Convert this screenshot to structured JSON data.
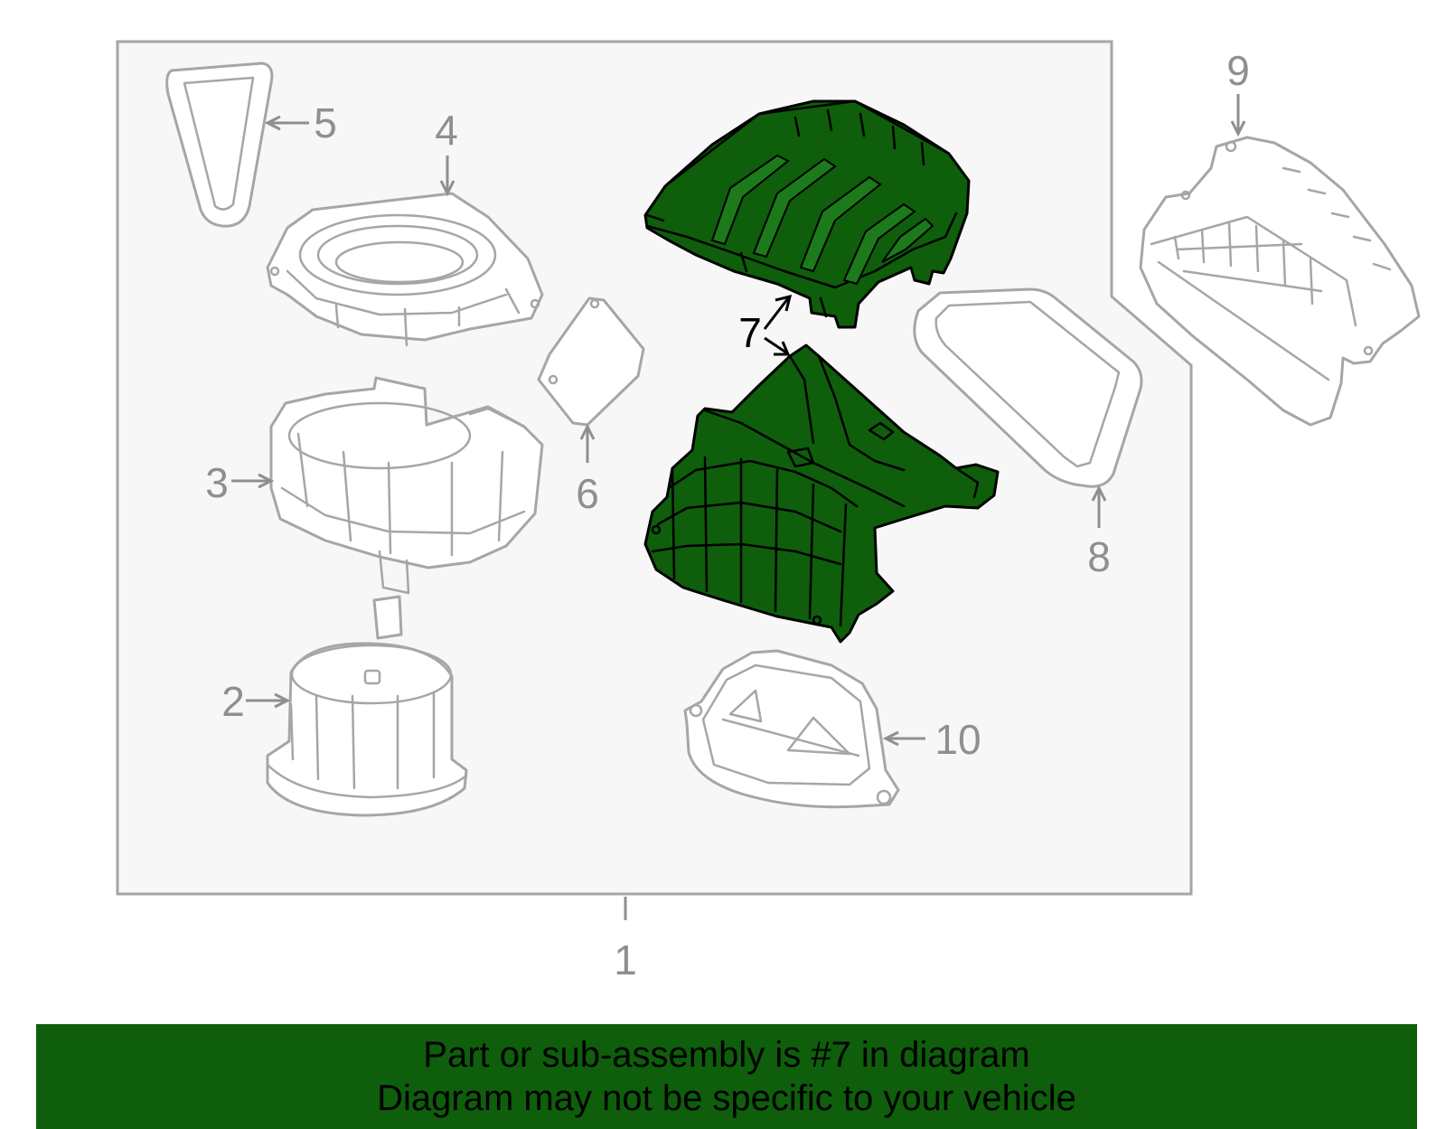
{
  "diagram": {
    "callouts": [
      {
        "id": "1",
        "label": "1"
      },
      {
        "id": "2",
        "label": "2"
      },
      {
        "id": "3",
        "label": "3"
      },
      {
        "id": "4",
        "label": "4"
      },
      {
        "id": "5",
        "label": "5"
      },
      {
        "id": "6",
        "label": "6"
      },
      {
        "id": "7",
        "label": "7"
      },
      {
        "id": "8",
        "label": "8"
      },
      {
        "id": "9",
        "label": "9"
      },
      {
        "id": "10",
        "label": "10"
      }
    ],
    "highlighted_callout": "7"
  },
  "banner": {
    "line1": "Part or sub-assembly is #7 in diagram",
    "line2": "Diagram may not be specific to your vehicle"
  },
  "colors": {
    "highlight_fill": "#0e5e0c",
    "banner_background": "#0e5e0c",
    "panel_background": "#f7f7f7",
    "part_outline": "#a6a6a6",
    "callout_text": "#8f8f8f"
  }
}
